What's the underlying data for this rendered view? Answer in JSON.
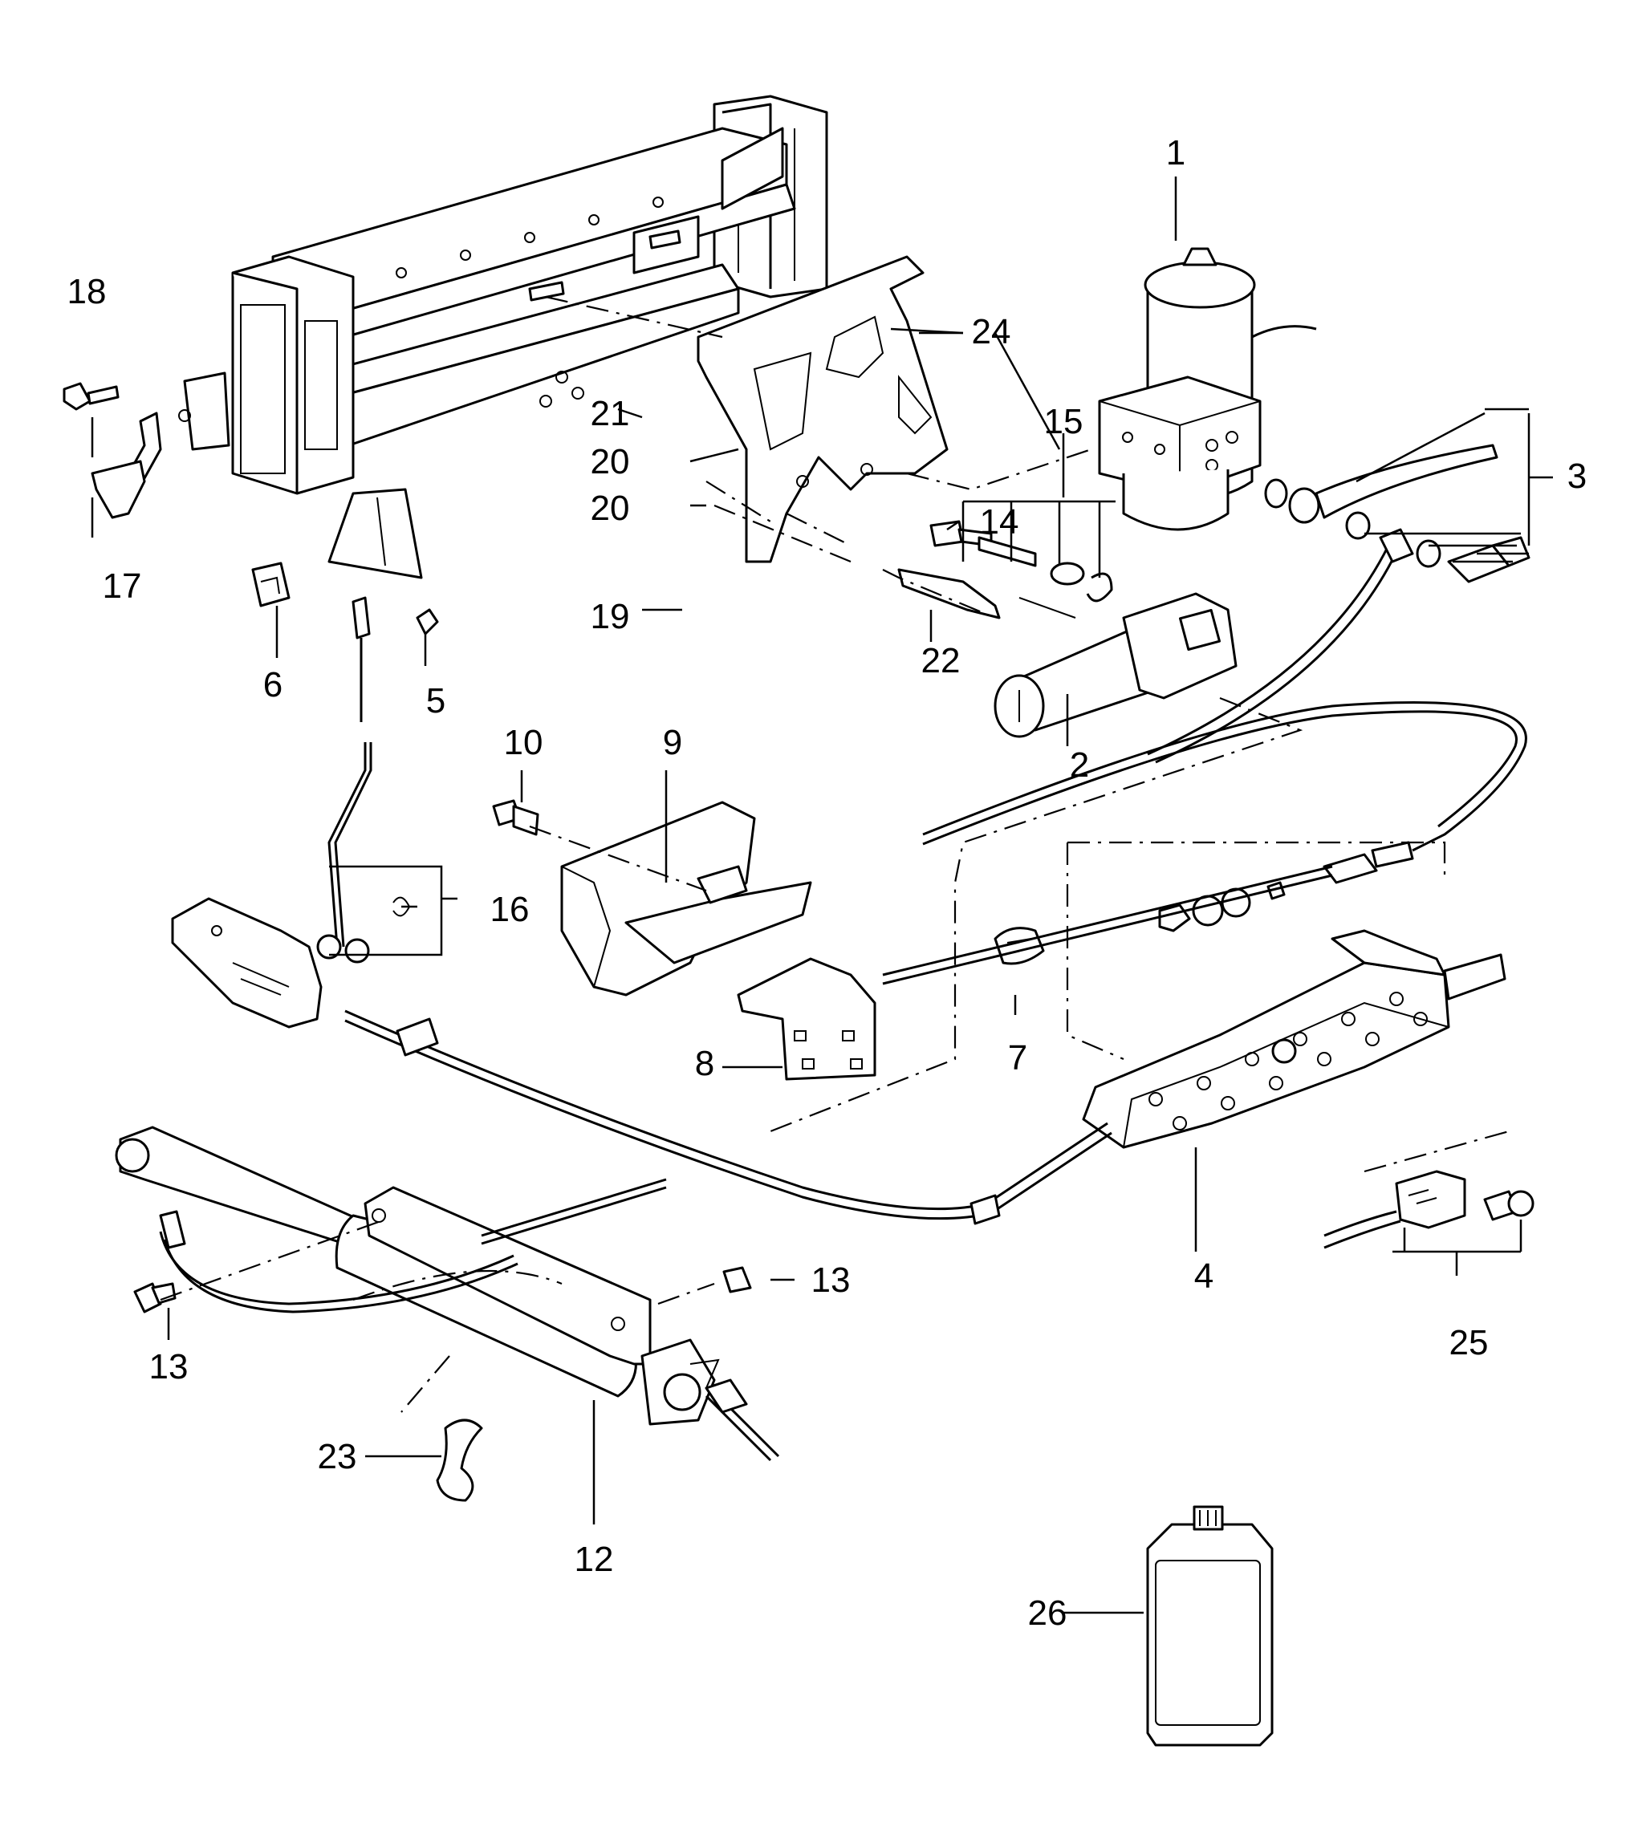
{
  "labels": {
    "p1": "1",
    "p2": "2",
    "p3": "3",
    "p4": "4",
    "p5": "5",
    "p6": "6",
    "p7": "7",
    "p8": "8",
    "p9": "9",
    "p10": "10",
    "p12": "12",
    "p13a": "13",
    "p13b": "13",
    "p14": "14",
    "p15": "15",
    "p16": "16",
    "p17": "17",
    "p18": "18",
    "p19": "19",
    "p20a": "20",
    "p20b": "20",
    "p21": "21",
    "p22": "22",
    "p23": "23",
    "p24": "24",
    "p25": "25",
    "p26": "26"
  }
}
